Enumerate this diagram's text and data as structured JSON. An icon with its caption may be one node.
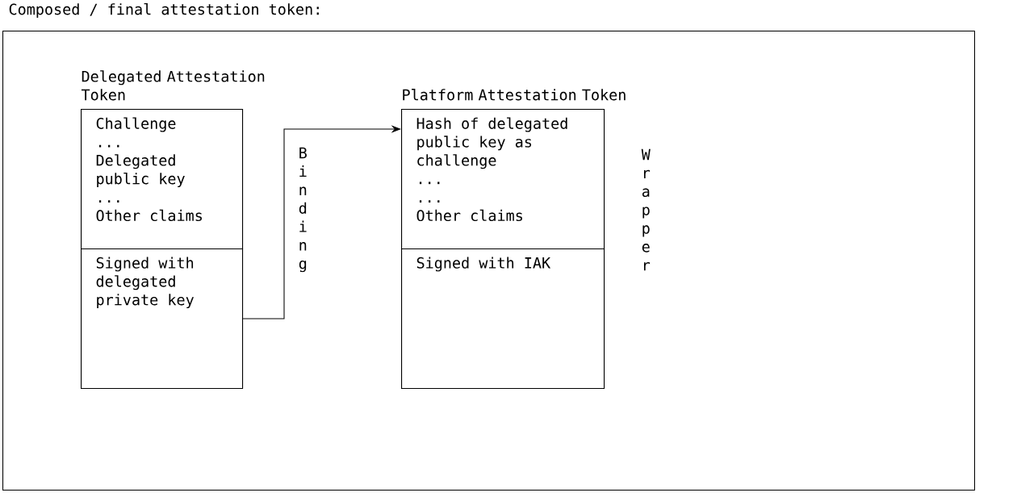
{
  "diagram": {
    "nodes": [
      {
        "text": [
          "Composed / final attestation token:",
          "Wrapper"
        ]
      },
      {
        "text": [
          "Delegated Attestation Token"
        ],
        "in": 0
      },
      {
        "text": [
          "Challenge",
          "...",
          "Delegated public key",
          "...",
          "Other claims"
        ],
        "in": 1
      },
      {
        "text": [
          "Signed with delegated private key"
        ],
        "in": 1
      },
      {
        "text": [
          "Platform Attestation Token"
        ],
        "in": 0
      },
      {
        "text": [
          "Hash of delegated public key as challenge",
          "...",
          "...",
          "Other claims"
        ],
        "in": 4
      },
      {
        "text": [
          "Signed with IAK"
        ],
        "in": 4
      }
    ],
    "edges": [
      {
        "from": 3,
        "to": 5,
        "arrow": "to",
        "label": "Binding"
      }
    ]
  }
}
